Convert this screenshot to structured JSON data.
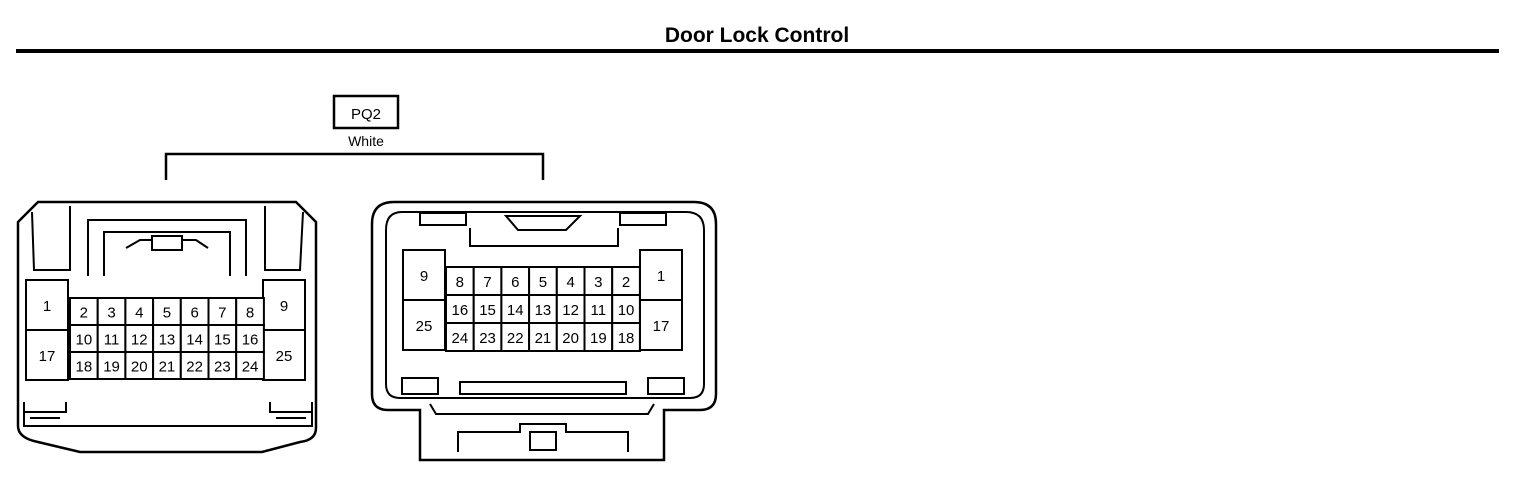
{
  "title": "Door Lock Control",
  "connector": {
    "code": "PQ2",
    "color": "White"
  },
  "left_connector": {
    "rows": [
      [
        "2",
        "3",
        "4",
        "5",
        "6",
        "7",
        "8"
      ],
      [
        "10",
        "11",
        "12",
        "13",
        "14",
        "15",
        "16"
      ],
      [
        "18",
        "19",
        "20",
        "21",
        "22",
        "23",
        "24"
      ]
    ],
    "side_left": [
      "1",
      "17"
    ],
    "side_right": [
      "9",
      "25"
    ]
  },
  "right_connector": {
    "rows": [
      [
        "8",
        "7",
        "6",
        "5",
        "4",
        "3",
        "2"
      ],
      [
        "16",
        "15",
        "14",
        "13",
        "12",
        "11",
        "10"
      ],
      [
        "24",
        "23",
        "22",
        "21",
        "20",
        "19",
        "18"
      ]
    ],
    "side_left": [
      "9",
      "25"
    ],
    "side_right": [
      "1",
      "17"
    ]
  }
}
